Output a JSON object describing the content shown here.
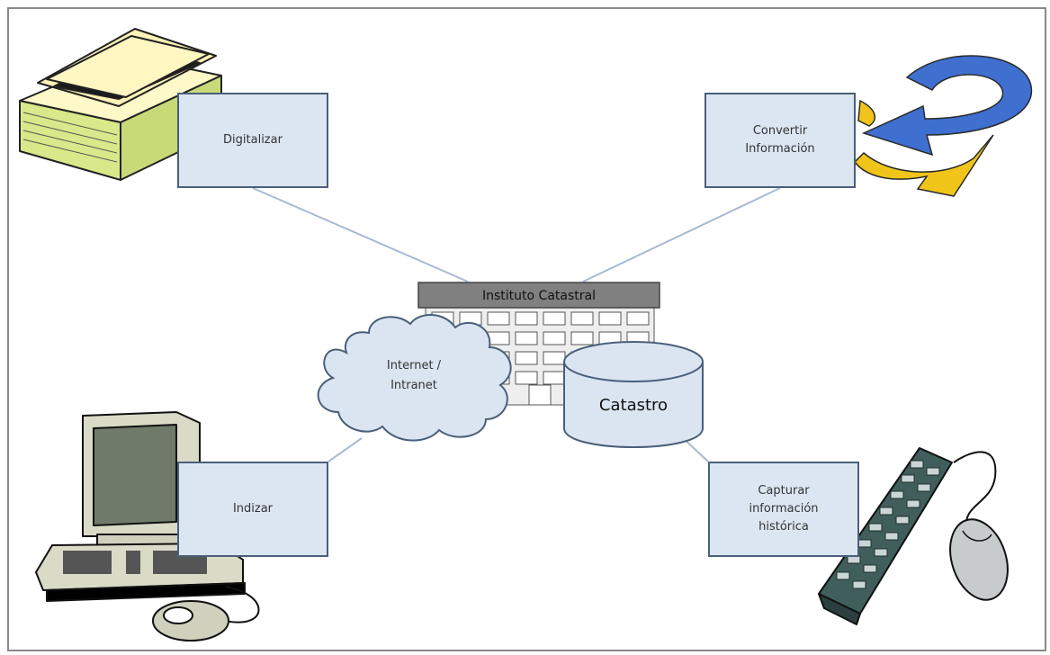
{
  "boxes": {
    "digitalizar": "Digitalizar",
    "convertir": "Convertir\nInformación",
    "indizar": "Indizar",
    "capturar": "Capturar\ninformación\nhistórica"
  },
  "building": {
    "title": "Instituto  Catastral"
  },
  "cloud": {
    "label": "Internet /\nIntranet"
  },
  "database": {
    "label": "Catastro"
  },
  "colors": {
    "box_fill": "#dce6f2",
    "box_border": "#4a5f7a",
    "connector": "#a7b9d2",
    "cloud_fill": "#dbe5f1",
    "database_fill": "#dbe5f1",
    "arrow_blue": "#3f6fcf",
    "arrow_yellow": "#f0c419"
  },
  "icons": [
    "scanner-icon",
    "cycle-arrows-icon",
    "computer-icon",
    "keyboard-mouse-icon",
    "building-icon"
  ]
}
